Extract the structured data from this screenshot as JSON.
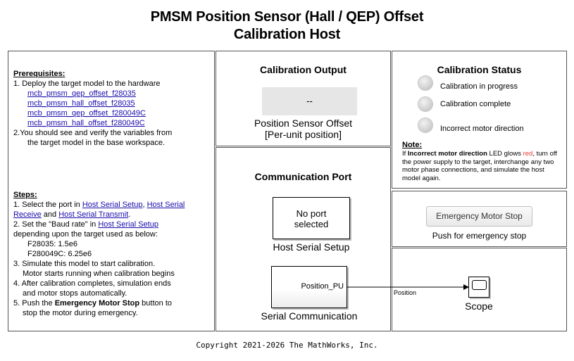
{
  "title": {
    "line1": "PMSM Position  Sensor (Hall / QEP) Offset",
    "line2": "Calibration Host"
  },
  "instructions": {
    "prereq_heading": "Prerequisites:",
    "prereq_step1": "1. Deploy the target model to the hardware",
    "models": [
      "mcb_pmsm_qep_offset_f28035",
      "mcb_pmsm_hall_offset_f28035",
      "mcb_pmsm_qep_offset_f280049C",
      "mcb_pmsm_hall_offset_f280049C"
    ],
    "prereq_step2_a": "2.You should see and verify the variables from",
    "prereq_step2_b": "the target model in the base workspace.",
    "steps_heading": "Steps:",
    "step1_a": "1. Select the port in ",
    "link_setup": "Host Serial Setup",
    "comma": ", ",
    "link_receive_a": "Host Serial",
    "link_receive_b": "Receive",
    "and": " and ",
    "link_transmit": "Host Serial Transmit",
    "period": ".",
    "step2_a": "2. Set the \"Baud rate\" in ",
    "step2_b": "depending upon the target used as below:",
    "baud_f28035": "F28035: 1.5e6",
    "baud_f280049c": "F280049C: 6.25e6",
    "step3_a": "3. Simulate this model to start calibration.",
    "step3_b": "Motor starts running when calibration begins",
    "step4_a": "4. After calibration completes, simulation ends",
    "step4_b": "and motor stops automatically.",
    "step5_a": "5. Push the ",
    "step5_bold": "Emergency Motor Stop",
    "step5_c": " button to",
    "step5_d": "stop the motor during emergency."
  },
  "calibration_output": {
    "heading": "Calibration Output",
    "display_value": "--",
    "label_line1": "Position Sensor Offset",
    "label_line2": "[Per-unit position]"
  },
  "calibration_status": {
    "heading": "Calibration Status",
    "leds": [
      {
        "label": "Calibration in progress"
      },
      {
        "label": "Calibration complete"
      },
      {
        "label": "Incorrect motor direction"
      }
    ],
    "note_heading": "Note:",
    "note_if": "If ",
    "note_bold": "Incorrect motor direction",
    "note_mid": " LED glows ",
    "note_red": "red",
    "note_rest": ", turn off the power supply to the target, interchange any two motor phase connections, and simulate the host model again.",
    "red_color": "#e53935"
  },
  "communication": {
    "heading": "Communication Port",
    "setup_block_text_1": "No port",
    "setup_block_text_2": "selected",
    "setup_block_caption": "Host Serial Setup",
    "serial_port_label": "Position_PU",
    "serial_block_caption": "Serial Communication",
    "signal_label": "Position"
  },
  "emergency": {
    "button_label": "Emergency Motor Stop",
    "caption": "Push for emergency stop"
  },
  "scope": {
    "caption": "Scope"
  },
  "footer": {
    "copyright": "Copyright 2021-2026 The MathWorks, Inc."
  }
}
